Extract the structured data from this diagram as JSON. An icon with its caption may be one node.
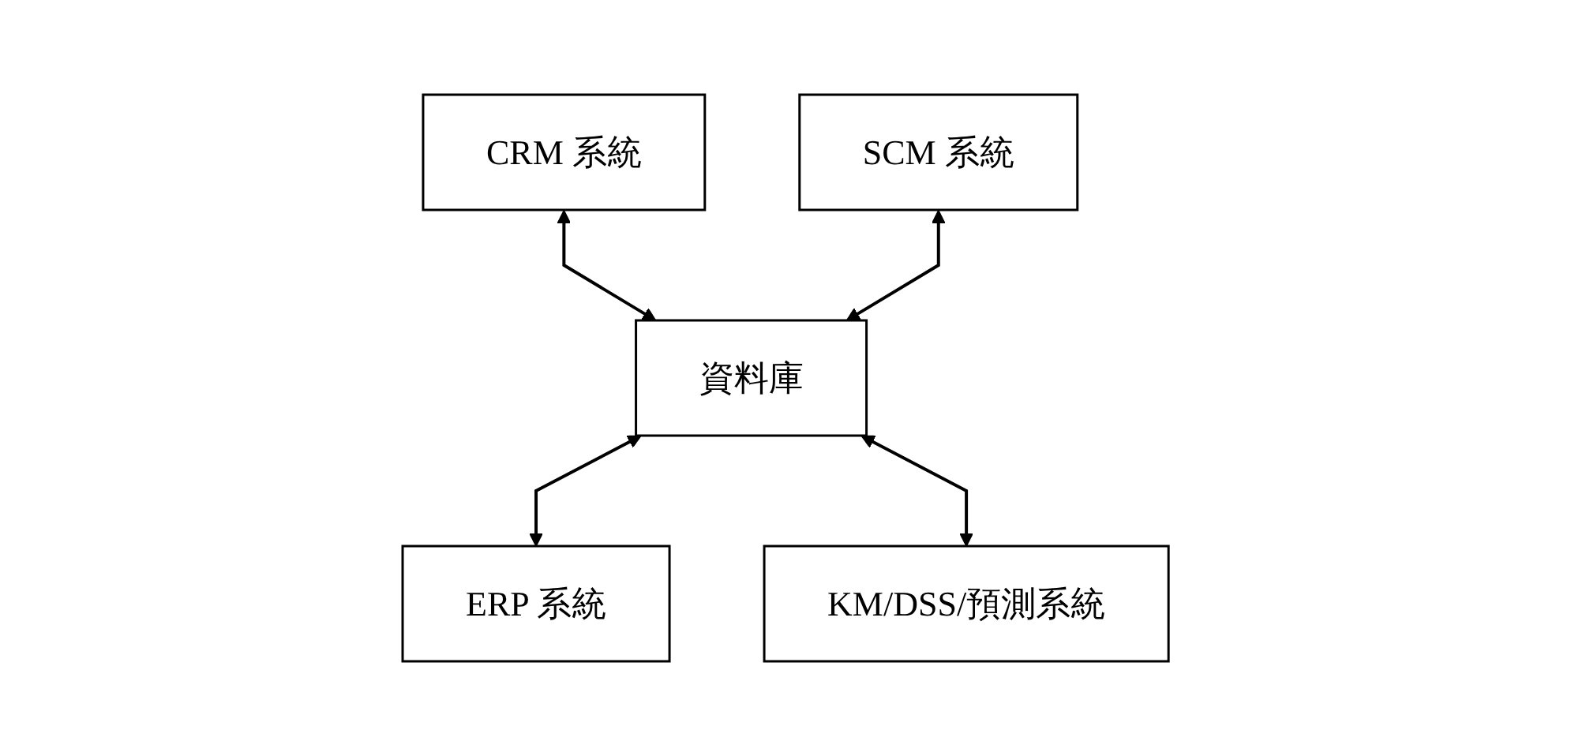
{
  "diagram": {
    "nodes": [
      {
        "text": [
          "CRM 系統"
        ]
      },
      {
        "text": [
          "SCM 系統"
        ]
      },
      {
        "text": [
          "資料庫"
        ]
      },
      {
        "text": [
          "ERP 系統"
        ]
      },
      {
        "text": [
          "KM/DSS/預測系統"
        ]
      }
    ],
    "edges": [
      {
        "from": 0,
        "to": 2,
        "arrow": "both"
      },
      {
        "from": 1,
        "to": 2,
        "arrow": "both"
      },
      {
        "from": 2,
        "to": 3,
        "arrow": "both"
      },
      {
        "from": 2,
        "to": 4,
        "arrow": "both"
      }
    ]
  }
}
